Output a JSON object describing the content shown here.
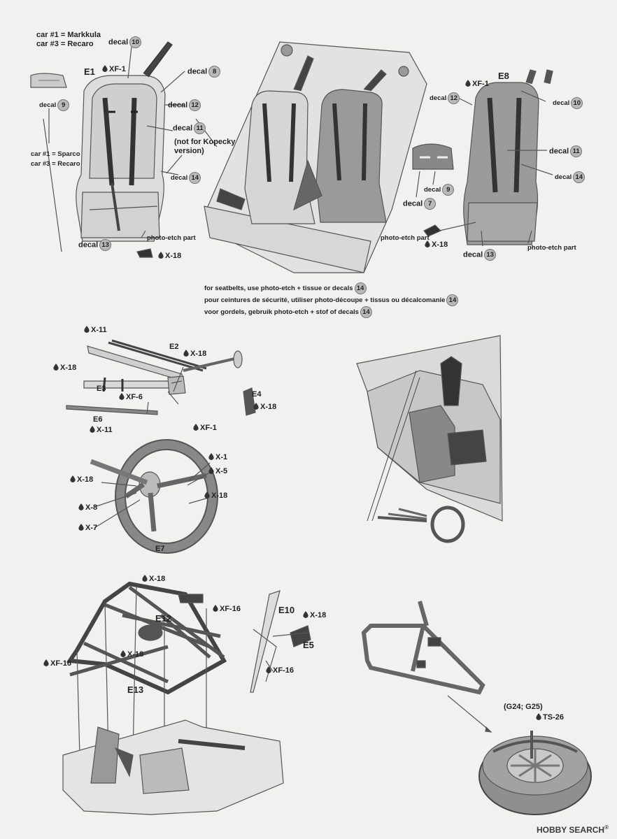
{
  "seat_left": {
    "part": "E1",
    "paint": "XF-1",
    "car_note_top": [
      "car #1 = Markkula",
      "car #3 = Recaro"
    ],
    "car_note_side": [
      "car #1 = Sparco",
      "car #3 = Recaro"
    ],
    "decals": {
      "d10": "10",
      "d8": "8",
      "d9": "9",
      "d12": "12",
      "d11": "11",
      "d14": "14",
      "d13": "13"
    },
    "decal_word": "decal",
    "not_for": [
      "(not for Kopecky",
      "version)"
    ],
    "photo_etch": "photo-etch part",
    "paint2": "X-18"
  },
  "seat_right": {
    "part": "E8",
    "paint": "XF-1",
    "decals": {
      "d12": "12",
      "d10": "10",
      "d11": "11",
      "d14": "14",
      "d9": "9",
      "d7": "7",
      "d13": "13"
    },
    "decal_word": "decal",
    "photo_etch_left": "photo-etch part",
    "photo_etch_right": "photo-etch part",
    "paint2": "X-18"
  },
  "seatbelt_note": {
    "lines": [
      "for seatbelts, use photo-etch + tissue or decals",
      "pour ceintures de sécurité, utiliser photo-découpe + tissus ou décalcomanie",
      "voor gordels, gebruik photo-etch + stof of decals"
    ],
    "decal_num": "14"
  },
  "steering": {
    "labels": {
      "x11_top": "X-11",
      "e2": "E2",
      "x18_e2": "X-18",
      "x18_left": "X-18",
      "e3": "E3",
      "xf6": "XF-6",
      "e4": "E4",
      "x18_e4": "X-18",
      "e6": "E6",
      "x11_e6": "X-11",
      "xf1": "XF-1",
      "x1": "X-1",
      "x5": "X-5",
      "x18_col": "X-18",
      "x18_wheel": "X-18",
      "x8": "X-8",
      "x7": "X-7",
      "e7": "E7"
    }
  },
  "rollcage": {
    "labels": {
      "x18_top": "X-18",
      "xf16_top": "XF-16",
      "e12": "E12",
      "x18_mid": "X-18",
      "xf16_left": "XF-16",
      "e13": "E13",
      "e10": "E10",
      "x18_e5": "X-18",
      "e5": "E5",
      "xf16_e10": "XF-16"
    }
  },
  "spare_tire": {
    "parts": "(G24; G25)",
    "paint": "TS-26"
  },
  "watermark": {
    "brand": "HOBBY SEARCH",
    "mark": "®"
  }
}
